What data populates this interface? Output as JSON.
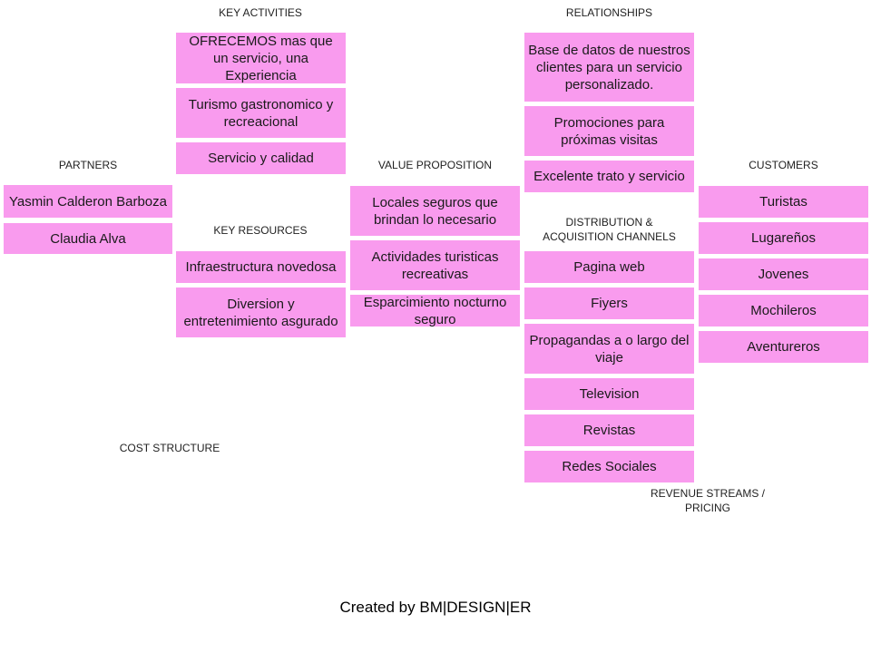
{
  "headers": {
    "key_activities": "KEY ACTIVITIES",
    "relationships": "RELATIONSHIPS",
    "partners": "PARTNERS",
    "value_proposition": "VALUE PROPOSITION",
    "customers": "CUSTOMERS",
    "key_resources": "KEY RESOURCES",
    "distribution_line1": "DISTRIBUTION  &",
    "distribution_line2": "ACQUISITION  CHANNELS",
    "cost_structure": "COST  STRUCTURE",
    "revenue_line1": "REVENUE  STREAMS  /",
    "revenue_line2": "PRICING"
  },
  "partners": [
    "Yasmin Calderon Barboza",
    "Claudia Alva"
  ],
  "key_activities": [
    "OFRECEMOS mas que un servicio, una Experiencia",
    "Turismo gastronomico y  recreacional",
    "Servicio y calidad"
  ],
  "key_resources": [
    "Infraestructura novedosa",
    "Diversion y entretenimiento asgurado"
  ],
  "value_proposition": [
    "Locales seguros que brindan lo necesario",
    "Actividades turisticas recreativas",
    "Esparcimiento nocturno seguro"
  ],
  "relationships": [
    "Base de datos de nuestros clientes para un servicio personalizado.",
    "Promociones para próximas visitas",
    "Excelente trato y servicio"
  ],
  "channels": [
    "Pagina web",
    "Fiyers",
    "Propagandas a o largo del viaje",
    "Television",
    "Revistas",
    "Redes Sociales"
  ],
  "customers": [
    "Turistas",
    "Lugareños",
    "Jovenes",
    "Mochileros",
    "Aventureros"
  ],
  "footer": "Created by BM|DESIGN|ER",
  "colors": {
    "card": "#f99bee",
    "background": "#ffffff"
  }
}
